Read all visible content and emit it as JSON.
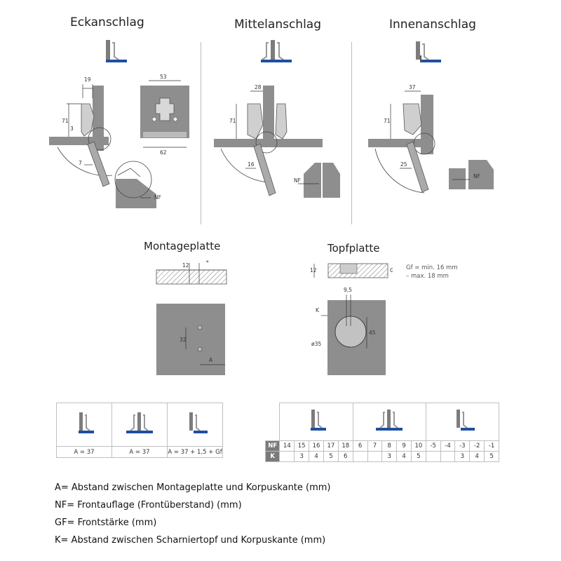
{
  "titles": {
    "eck": "Eckanschlag",
    "mittel": "Mittelanschlag",
    "innen": "Innenanschlag",
    "montage": "Montageplatte",
    "topf": "Topfplatte"
  },
  "eck_dims": {
    "a": "19",
    "b": "71",
    "c": "3",
    "d": "7",
    "e": "53",
    "f": "62",
    "nf": "NF"
  },
  "mittel_dims": {
    "a": "28",
    "b": "71",
    "c": "16",
    "nf": "NF"
  },
  "innen_dims": {
    "a": "37",
    "b": "71",
    "c": "25",
    "nf": "NF"
  },
  "montage_dims": {
    "a": "12",
    "b": "*",
    "c": "32",
    "d": "A"
  },
  "topf_dims": {
    "a": "12",
    "b": "Gf",
    "note1": "Gf = min. 16 mm",
    "note2": "– max. 18 mm",
    "c": "9,5",
    "d": "K",
    "e": "45",
    "f": "ø35"
  },
  "table_left": {
    "cells": [
      "A = 37",
      "A = 37",
      "A = 37 + 1,5 + Gf"
    ]
  },
  "table_right": {
    "nf_label": "NF",
    "k_label": "K",
    "nf": [
      "14",
      "15",
      "16",
      "17",
      "18",
      "6",
      "7",
      "8",
      "9",
      "10",
      "-5",
      "-4",
      "-3",
      "-2",
      "-1"
    ],
    "k": [
      "",
      "3",
      "4",
      "5",
      "6",
      "",
      "",
      "3",
      "4",
      "5",
      "",
      "",
      "3",
      "4",
      "5"
    ]
  },
  "legend": [
    "A= Abstand zwischen Montageplatte und Korpuskante (mm)",
    "NF= Frontauflage (Frontüberstand) (mm)",
    "GF= Frontstärke (mm)",
    "K= Abstand zwischen Scharniertopf und Korpuskante (mm)"
  ],
  "colors": {
    "gray": "#8e8e8e",
    "blue": "#1f4fa0",
    "light": "#c9c9c9",
    "line": "#333333"
  }
}
